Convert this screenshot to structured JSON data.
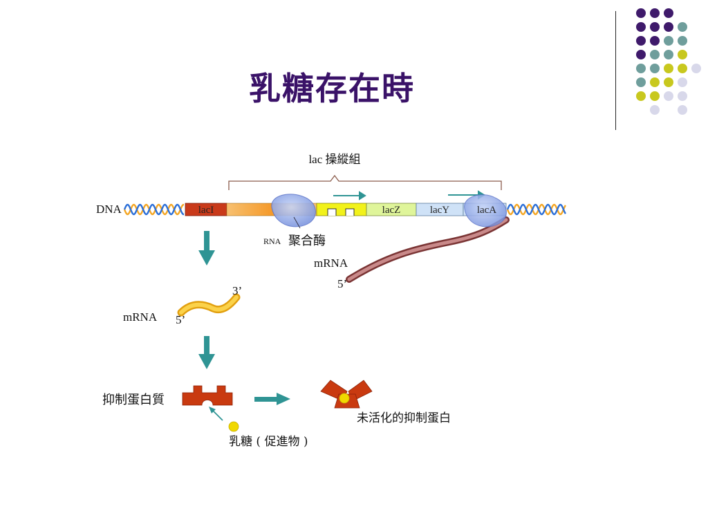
{
  "slide": {
    "title": "乳糖存在時"
  },
  "diagram": {
    "operon_label": "lac 操縱組",
    "dna_label": "DNA",
    "genes": [
      "lacI",
      "lacZ",
      "lacY",
      "lacA"
    ],
    "polymerase_prefix": "RNA",
    "polymerase_label": "聚合酶",
    "mrna_right_label": "mRNA",
    "five_prime_right": "5’",
    "mrna_left_label": "mRNA",
    "three_prime": "3’",
    "five_prime_left": "5’",
    "repressor_label": "抑制蛋白質",
    "inducer_label": "乳糖 ( 促進物 )",
    "inactive_label": "未活化的抑制蛋白"
  },
  "colors": {
    "title": "#3a1268",
    "arrow": "#2f9494",
    "lacI": "#c93a1a",
    "promoter": "#f5a03c",
    "operator": "#f2f21a",
    "lacZ": "#dff59a",
    "lacY": "#cfe2f7",
    "lacA": "#cfe2f7",
    "repressor": "#c93a10",
    "lactose": "#f0d800",
    "mrna_short": "#f7c52a",
    "mrna_long": "#9b4a4a",
    "polymerase": "#8fa8e8",
    "dots": {
      "purple": "#3f1a6b",
      "teal": "#6f9e9c",
      "olive": "#c8c81e",
      "lavender": "#d8d8ea"
    }
  },
  "decor": {
    "dot_grid_rows": [
      [
        "",
        "purple",
        "purple",
        "purple",
        "",
        ""
      ],
      [
        "",
        "purple",
        "purple",
        "purple",
        "teal",
        ""
      ],
      [
        "",
        "purple",
        "purple",
        "teal",
        "teal",
        ""
      ],
      [
        "",
        "purple",
        "teal",
        "teal",
        "olive",
        ""
      ],
      [
        "",
        "teal",
        "teal",
        "olive",
        "olive",
        "lavender"
      ],
      [
        "",
        "teal",
        "olive",
        "olive",
        "lavender",
        ""
      ],
      [
        "",
        "olive",
        "olive",
        "lavender",
        "lavender",
        ""
      ],
      [
        "",
        "",
        "lavender",
        "",
        "lavender",
        ""
      ]
    ]
  }
}
